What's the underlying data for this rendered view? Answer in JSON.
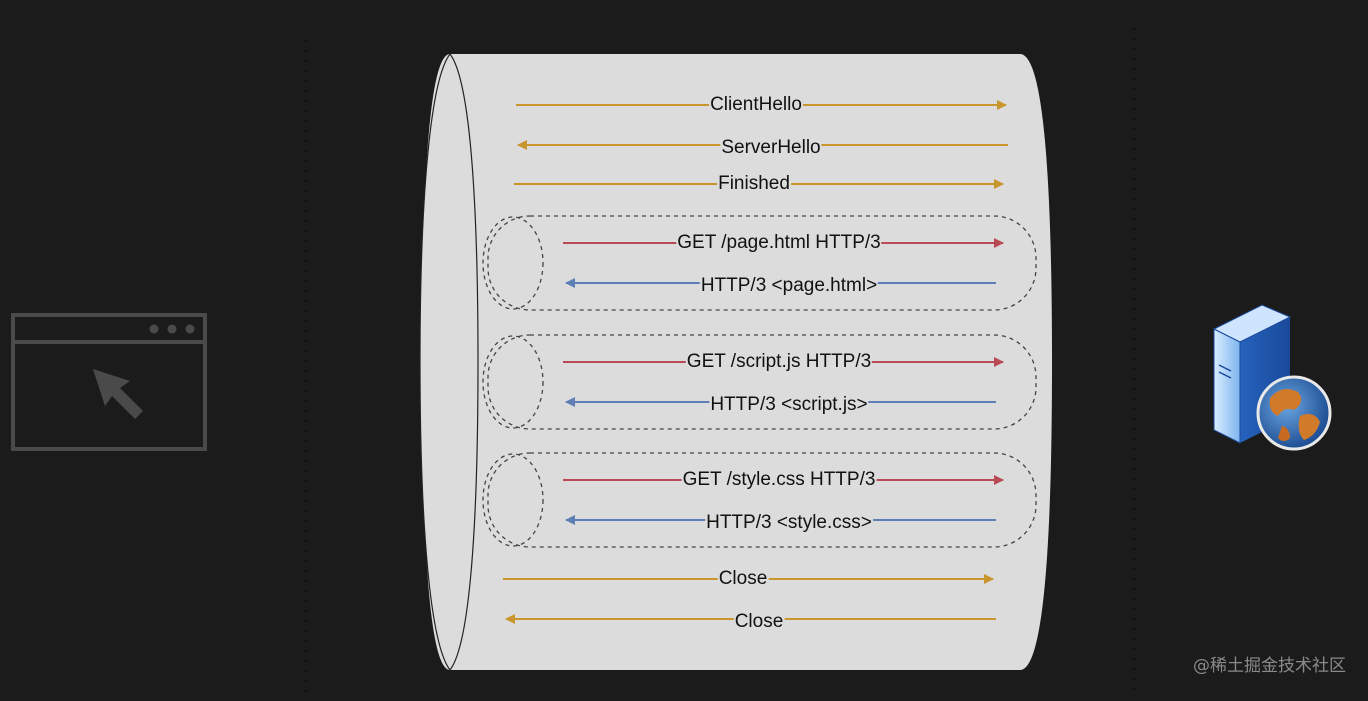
{
  "diagram": {
    "handshake": [
      {
        "label": "ClientHello",
        "direction": "to-server"
      },
      {
        "label": "ServerHello",
        "direction": "to-client"
      },
      {
        "label": "Finished",
        "direction": "to-server"
      }
    ],
    "streams": [
      {
        "request": {
          "label": "GET /page.html HTTP/3",
          "direction": "to-server"
        },
        "response": {
          "label": "HTTP/3 <page.html>",
          "direction": "to-client"
        }
      },
      {
        "request": {
          "label": "GET /script.js HTTP/3",
          "direction": "to-server"
        },
        "response": {
          "label": "HTTP/3 <script.js>",
          "direction": "to-client"
        }
      },
      {
        "request": {
          "label": "GET /style.css HTTP/3",
          "direction": "to-server"
        },
        "response": {
          "label": "HTTP/3 <style.css>",
          "direction": "to-client"
        }
      }
    ],
    "closing": [
      {
        "label": "Close",
        "direction": "to-server"
      },
      {
        "label": "Close",
        "direction": "to-client"
      }
    ]
  },
  "icons": {
    "client": "browser-window-icon",
    "cursor": "mouse-cursor-icon",
    "server": "server-globe-icon"
  },
  "colors": {
    "background": "#1b1b1b",
    "tube": "#dcdcdc",
    "handshake_arrow": "#c9962e",
    "request_arrow": "#b84a55",
    "response_arrow": "#5d7fb5",
    "client_icon": "#4a4a4a"
  },
  "watermark": "@稀土掘金技术社区"
}
